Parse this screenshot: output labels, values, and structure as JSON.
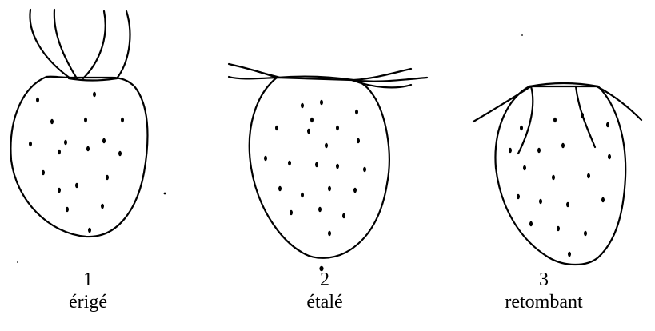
{
  "figures": [
    {
      "number": "1",
      "label": "érigé"
    },
    {
      "number": "2",
      "label": "étalé"
    },
    {
      "number": "3",
      "label": "retombant"
    }
  ]
}
